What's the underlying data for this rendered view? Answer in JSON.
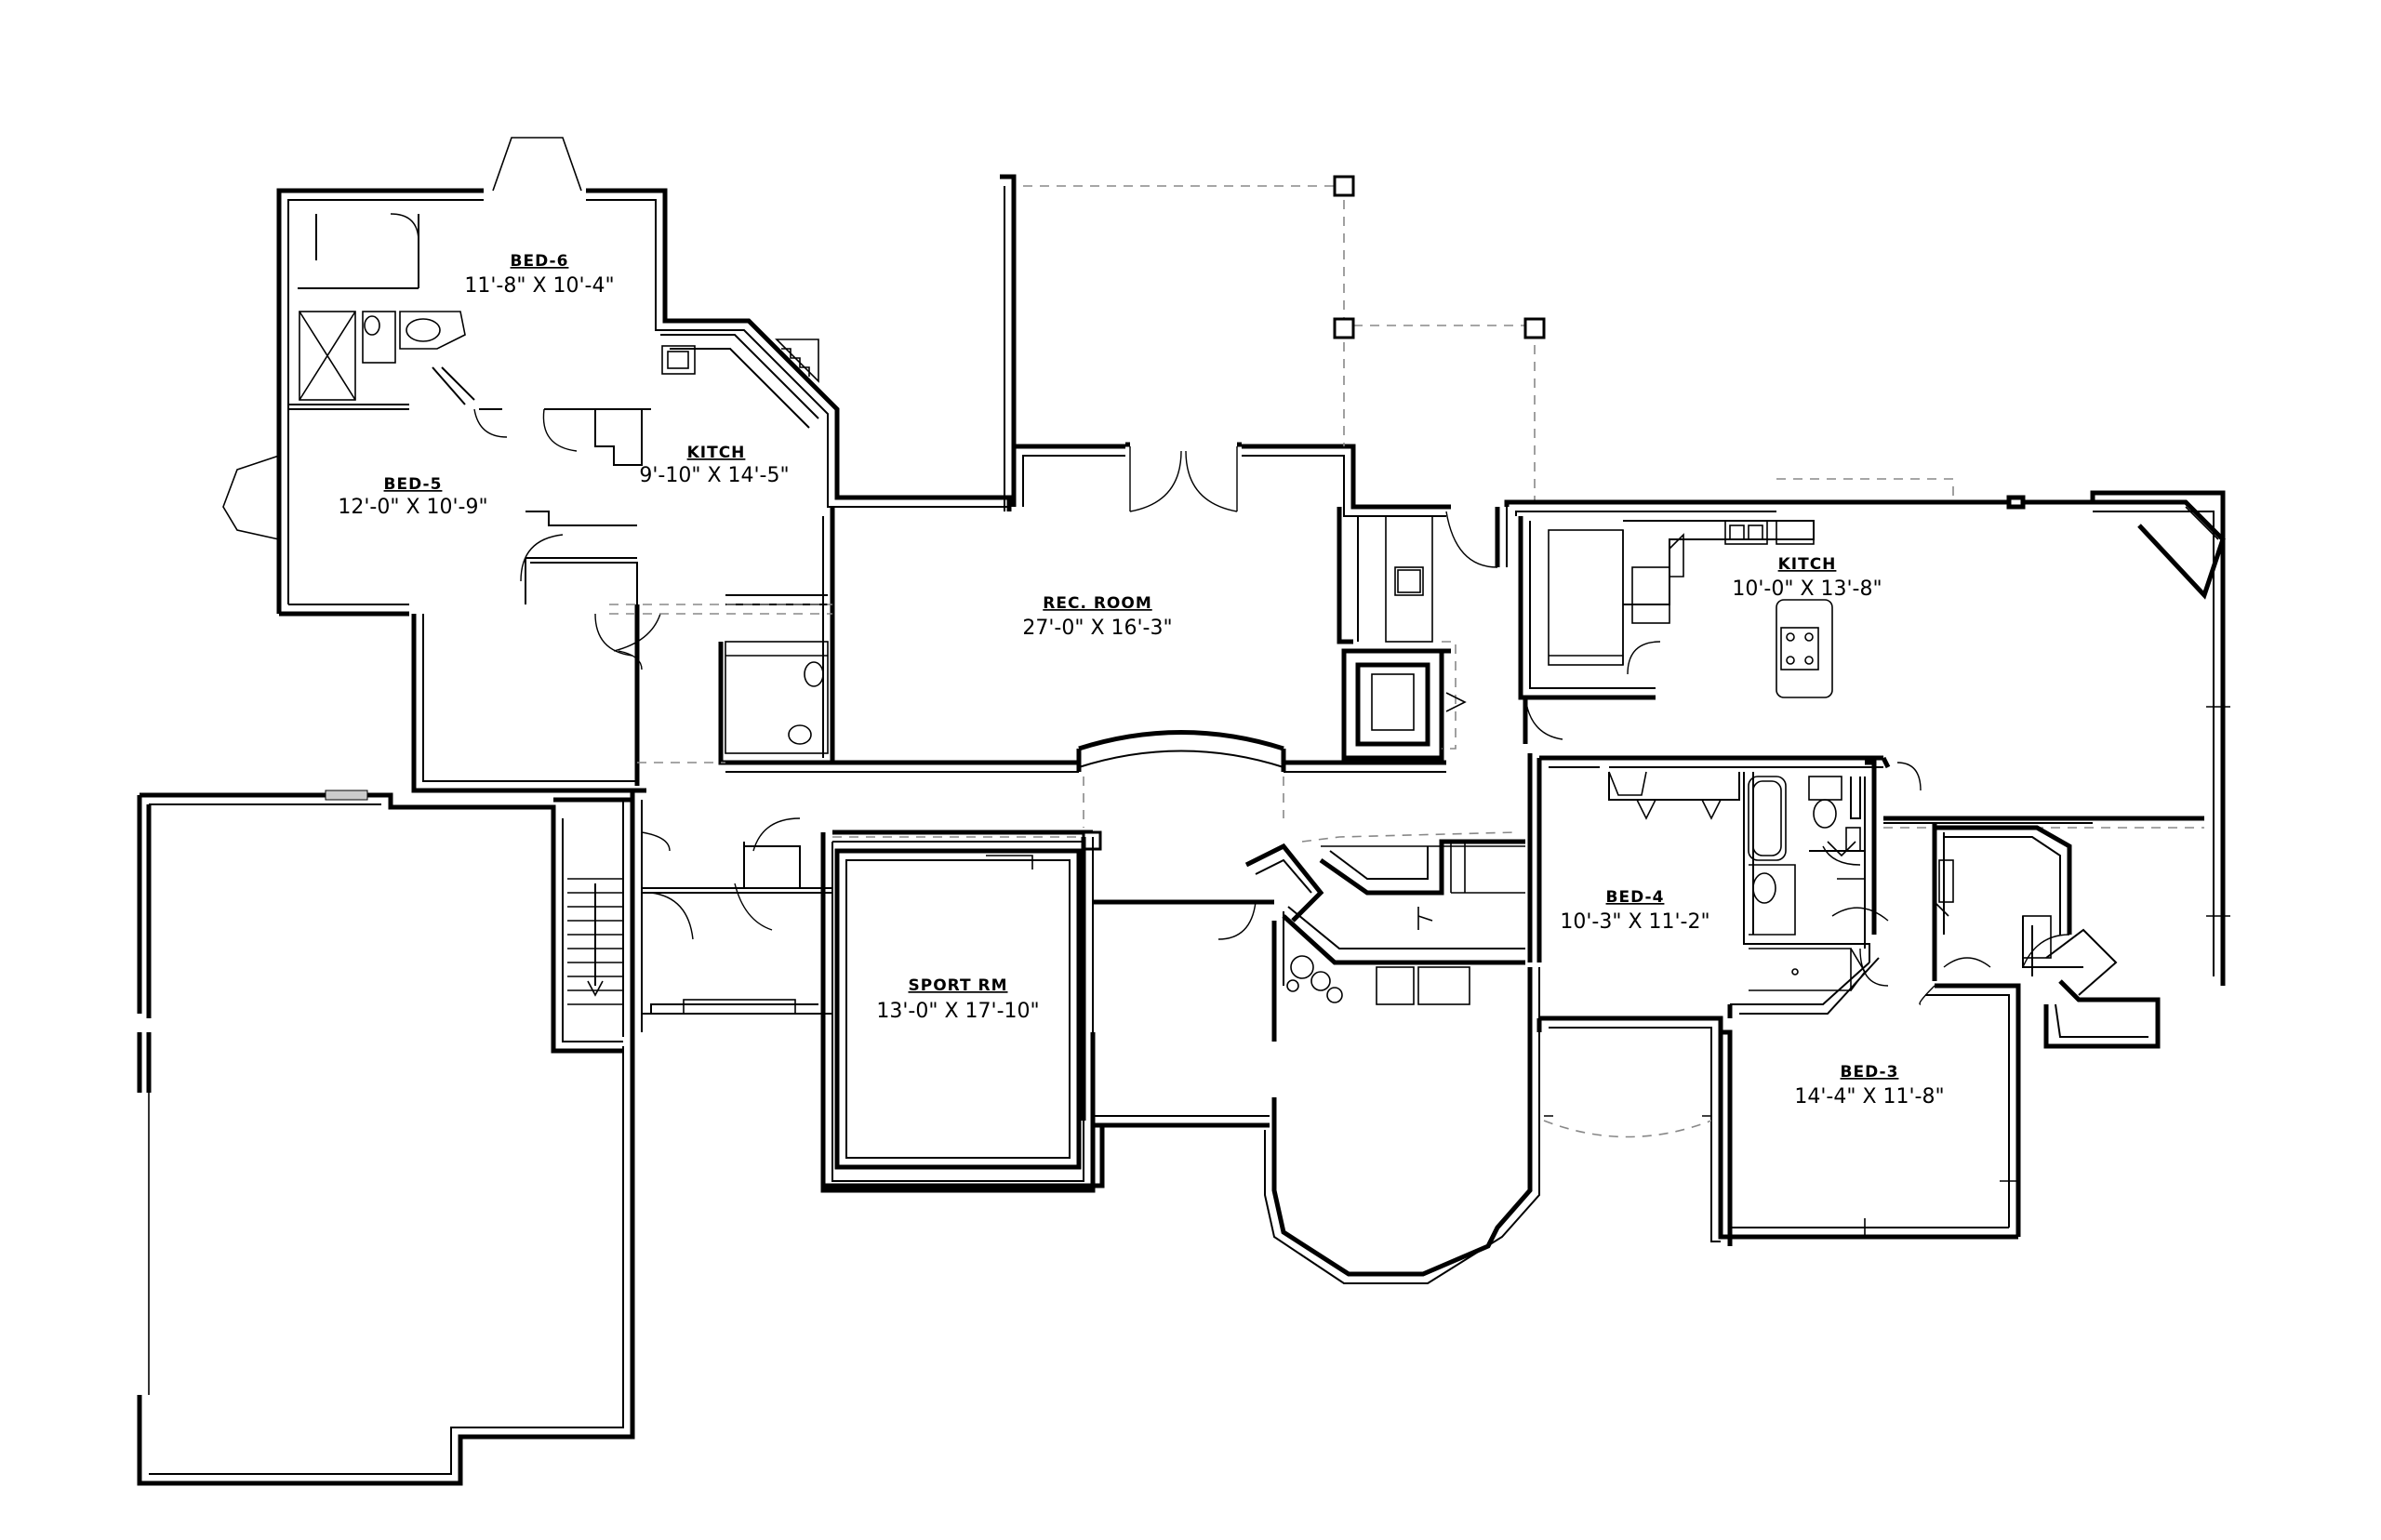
{
  "plan": {
    "rooms": [
      {
        "id": "bed6",
        "name": "BED-6",
        "dims": "11'-8\" X 10'-4\""
      },
      {
        "id": "bed5",
        "name": "BED-5",
        "dims": "12'-0\" X 10'-9\""
      },
      {
        "id": "kitch1",
        "name": "KITCH",
        "dims": "9'-10\" X 14'-5\""
      },
      {
        "id": "rec",
        "name": "REC. ROOM",
        "dims": "27'-0\" X 16'-3\""
      },
      {
        "id": "kitch2",
        "name": "KITCH",
        "dims": "10'-0\" X 13'-8\""
      },
      {
        "id": "bed4",
        "name": "BED-4",
        "dims": "10'-3\" X 11'-2\""
      },
      {
        "id": "sport",
        "name": "SPORT RM",
        "dims": "13'-0\" X 17'-10\""
      },
      {
        "id": "bed3",
        "name": "BED-3",
        "dims": "14'-4\" X 11'-8\""
      }
    ]
  }
}
